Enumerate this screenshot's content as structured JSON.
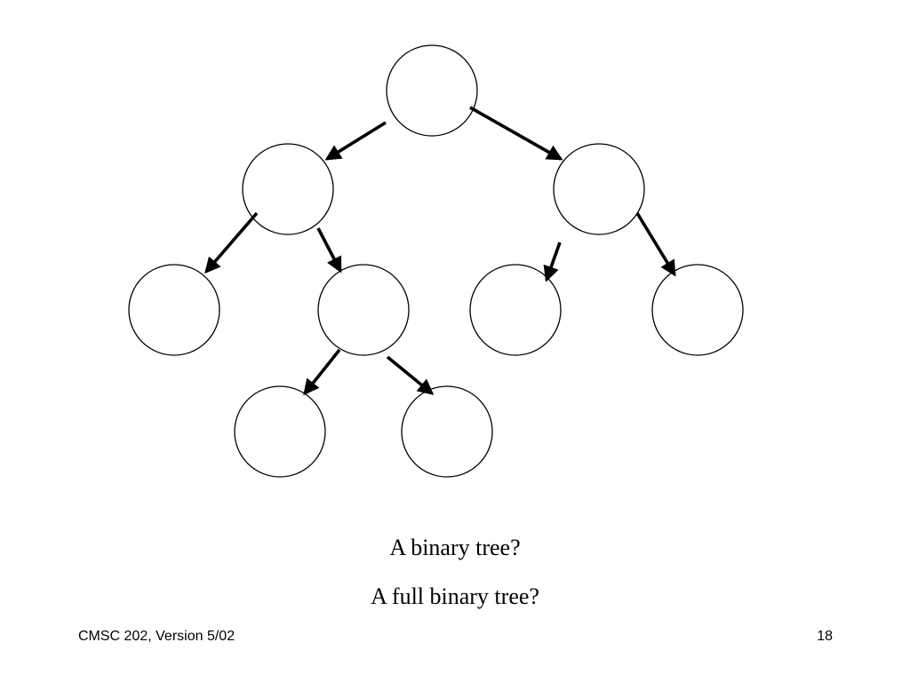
{
  "slide": {
    "questions": [
      "A binary tree?",
      "A full binary tree?"
    ],
    "footer_left": "CMSC 202, Version 5/02",
    "page_number": "18"
  },
  "diagram": {
    "node_count": 9,
    "edges": [
      [
        "root",
        "left"
      ],
      [
        "root",
        "right"
      ],
      [
        "left",
        "left-left"
      ],
      [
        "left",
        "left-right"
      ],
      [
        "right",
        "right-left"
      ],
      [
        "right",
        "right-right"
      ],
      [
        "left-right",
        "left-right-left"
      ],
      [
        "left-right",
        "left-right-right"
      ]
    ]
  },
  "colors": {
    "stroke": "#000000",
    "node_fill": "#ffffff"
  }
}
